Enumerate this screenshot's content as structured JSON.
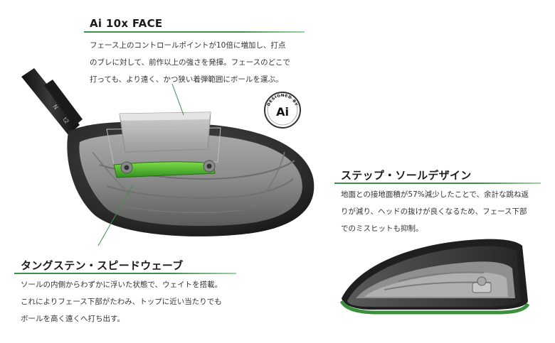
{
  "sections": {
    "face": {
      "title": "Ai 10x FACE",
      "lines": [
        "フェース上のコントロールポイントが10倍に増加し、打点",
        "のブレに対して、前作以上の強さを発揮。フェースのどこで",
        "打っても、より遠く、かつ狭い着弾範囲にボールを運ぶ。"
      ]
    },
    "sole": {
      "title": "ステップ・ソールデザイン",
      "lines": [
        "地面との接地面積が57%減少したことで、余計な跳ね返",
        "りが減り、ヘッドの抜けが良くなるため、フェース下部",
        "でのミスヒットも抑制。"
      ]
    },
    "wave": {
      "title": "タングステン・スピードウェーブ",
      "lines": [
        "ソールの内側からわずかに浮いた状態で、ウェイトを搭載。",
        "これによりフェース下部がたわみ、トップに近い当たりでも",
        "ボールを高く遠くへ打ち出す。"
      ]
    }
  },
  "badge": {
    "arc_text": "DESIGNED BY",
    "logo": "Ai"
  },
  "colors": {
    "accent_green": "#3f8f4c",
    "weight_green": "#5dbb2f"
  }
}
